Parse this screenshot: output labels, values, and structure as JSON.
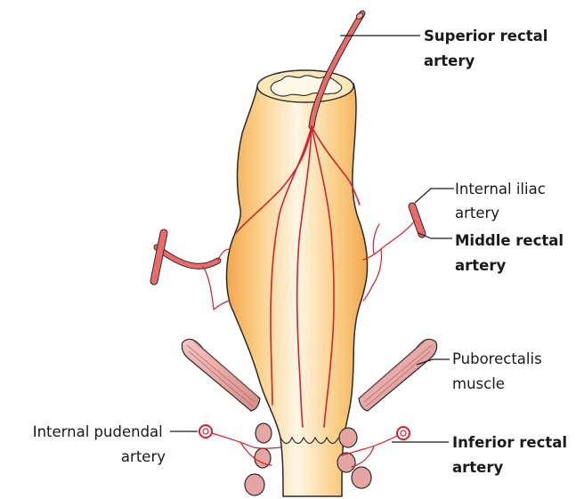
{
  "labels": {
    "superior_rectal_artery": [
      "Superior rectal",
      "artery"
    ],
    "internal_iliac_artery": [
      "Internal iliac",
      "artery"
    ],
    "middle_rectal_artery": [
      "Middle rectal",
      "artery"
    ],
    "puborectalis_muscle": [
      "Puborectalis",
      "muscle"
    ],
    "internal_pudendal_artery": [
      "Internal pudendal",
      "artery"
    ],
    "inferior_rectal_artery": [
      "Inferior rectal",
      "artery"
    ]
  },
  "colors": {
    "rectum_fill": "#f9c97a",
    "rectum_highlight": "#fff5e0",
    "artery_red": "#d8202a",
    "artery_fill": "#ec6a6a",
    "muscle_fill": "#e6a4a2",
    "outline": "#2a2a2a"
  }
}
